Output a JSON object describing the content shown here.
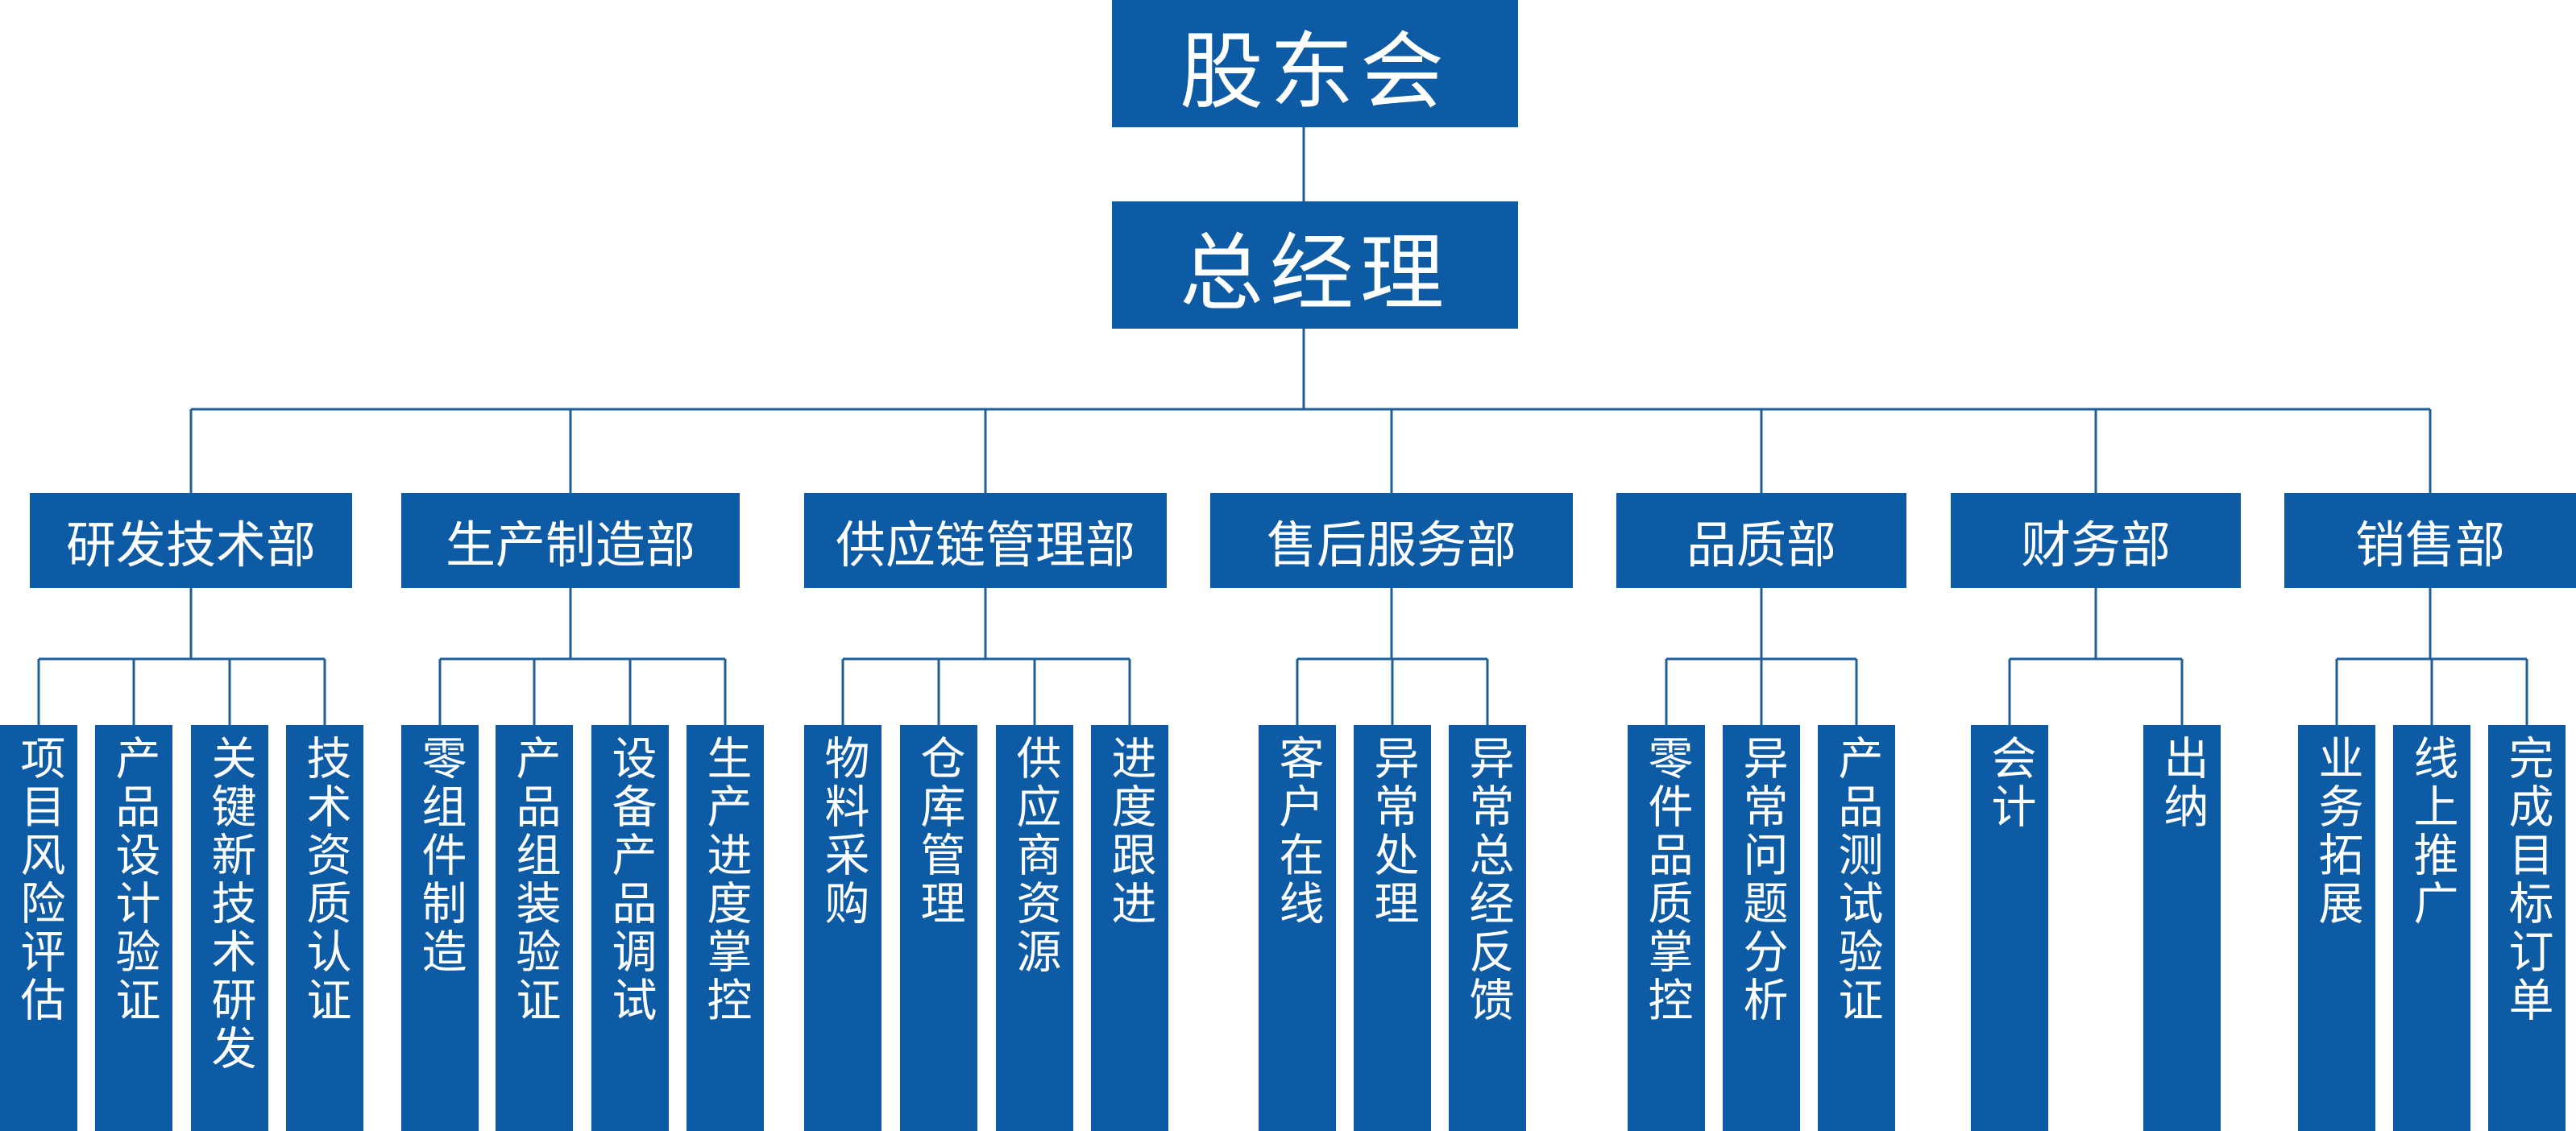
{
  "colors": {
    "box": "#0d5aa5",
    "line": "#1f5f99",
    "text": "#ffffff"
  },
  "top": [
    {
      "name": "shareholders",
      "label": "股东会"
    },
    {
      "name": "general-manager",
      "label": "总经理"
    }
  ],
  "departments": [
    {
      "name": "rnd",
      "label": "研发技术部",
      "subs": [
        "项目风险评估",
        "产品设计验证",
        "关键新技术研发",
        "技术资质认证"
      ]
    },
    {
      "name": "production",
      "label": "生产制造部",
      "subs": [
        "零组件制造",
        "产品组装验证",
        "设备产品调试",
        "生产进度掌控"
      ]
    },
    {
      "name": "supply-chain",
      "label": "供应链管理部",
      "subs": [
        "物料采购",
        "仓库管理",
        "供应商资源",
        "进度跟进"
      ]
    },
    {
      "name": "after-sales",
      "label": "售后服务部",
      "subs": [
        "客户在线",
        "异常处理",
        "异常总经反馈"
      ]
    },
    {
      "name": "quality",
      "label": "品质部",
      "subs": [
        "零件品质掌控",
        "异常问题分析",
        "产品测试验证"
      ]
    },
    {
      "name": "finance",
      "label": "财务部",
      "subs": [
        "会计",
        "出纳"
      ]
    },
    {
      "name": "sales",
      "label": "销售部",
      "subs": [
        "业务拓展",
        "线上推广",
        "完成目标订单"
      ]
    }
  ]
}
